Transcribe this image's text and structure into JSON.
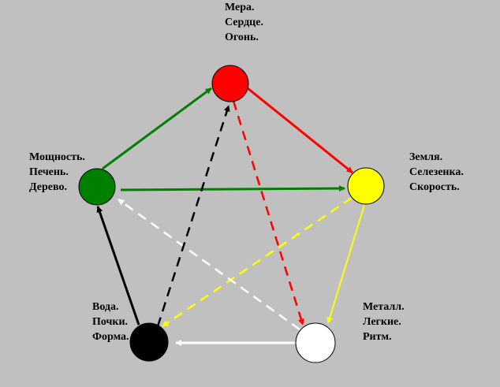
{
  "colors": {
    "background": "#c0c0c0",
    "fire": "#ff0000",
    "earth": "#ffff00",
    "metal": "#ffffff",
    "water": "#000000",
    "wood": "#008000"
  },
  "elements": {
    "fire": {
      "lines": [
        "Мера.",
        "Сердце.",
        "Огонь."
      ]
    },
    "earth": {
      "lines": [
        "Земля.",
        "Селезенка.",
        "Скорость."
      ]
    },
    "metal": {
      "lines": [
        "Металл.",
        "Легкие.",
        "Ритм."
      ]
    },
    "water": {
      "lines": [
        "Вода.",
        "Почки.",
        "Форма."
      ]
    },
    "wood": {
      "lines": [
        "Мощность.",
        "Печень.",
        "Дерево."
      ]
    }
  }
}
